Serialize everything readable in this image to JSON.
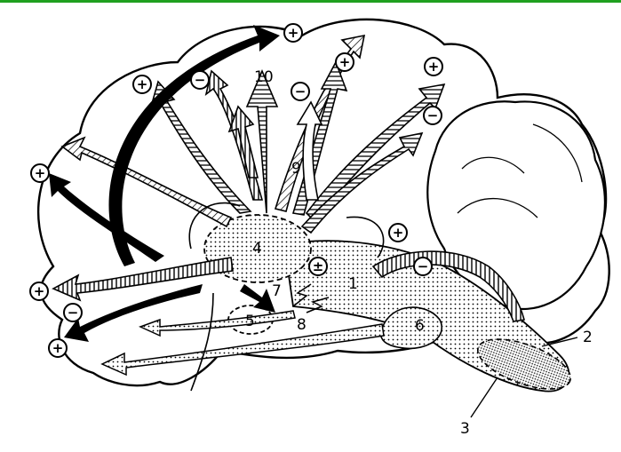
{
  "diagram": {
    "region_labels": {
      "r1": "1",
      "r2": "2",
      "r3": "3",
      "r4": "4",
      "r5": "5",
      "r6": "6",
      "r7": "7",
      "r8": "8",
      "r9": "9",
      "r10": "10"
    },
    "signs": {
      "plus": "+",
      "minus": "−",
      "plusminus": "±"
    }
  }
}
